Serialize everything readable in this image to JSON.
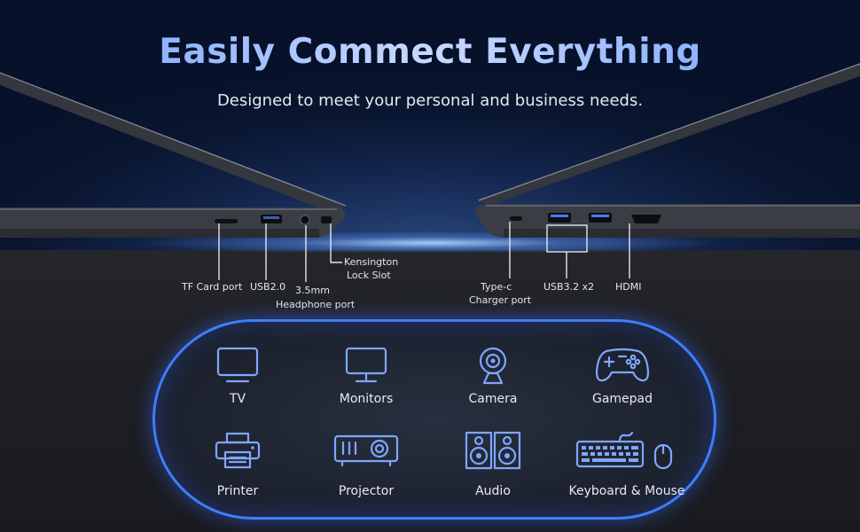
{
  "header": {
    "title": "Easily Commect Everything",
    "subtitle": "Designed to meet your personal and business needs."
  },
  "ports": {
    "tf_card": "TF Card port",
    "usb2": "USB2.0",
    "headphone_line1": "3.5mm",
    "headphone_line2": "Headphone port",
    "kensington_line1": "Kensington",
    "kensington_line2": "Lock Slot",
    "typec_line1": "Type-c",
    "typec_line2": "Charger port",
    "usb3": "USB3.2 x2",
    "hdmi": "HDMI"
  },
  "devices": [
    {
      "label": "TV",
      "icon": "tv-icon"
    },
    {
      "label": "Monitors",
      "icon": "monitor-icon"
    },
    {
      "label": "Camera",
      "icon": "webcam-icon"
    },
    {
      "label": "Gamepad",
      "icon": "gamepad-icon"
    },
    {
      "label": "Printer",
      "icon": "printer-icon"
    },
    {
      "label": "Projector",
      "icon": "projector-icon"
    },
    {
      "label": "Audio",
      "icon": "speakers-icon"
    },
    {
      "label": "Keyboard & Mouse",
      "icon": "keyboard-mouse-icon"
    }
  ],
  "colors": {
    "accent": "#3f7dff",
    "icon": "#7fa6ff"
  }
}
